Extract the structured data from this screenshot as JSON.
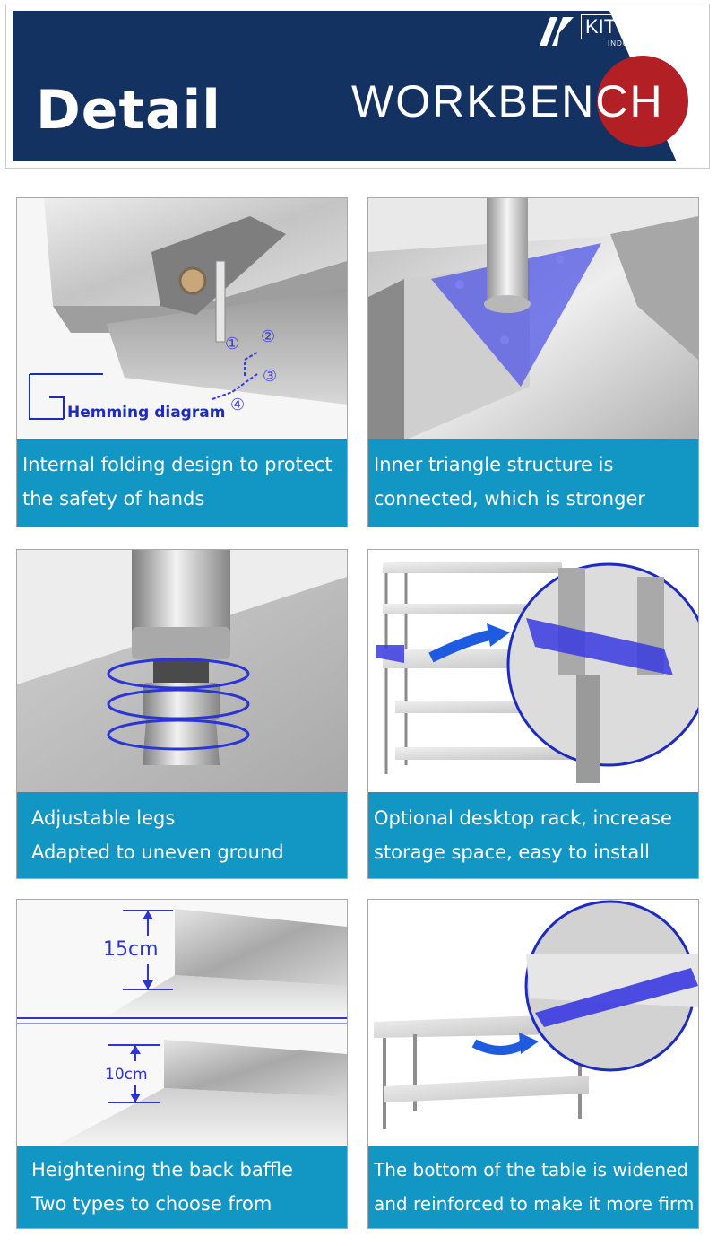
{
  "header": {
    "title": "Detail",
    "product": "WORKBENCH",
    "logo": {
      "name": "KITCHEN",
      "sub": "INDUSTRY"
    }
  },
  "panels": [
    {
      "caption": [
        "Internal folding design to protect",
        "the safety of hands"
      ],
      "labels": {
        "diagram": "Hemming diagram",
        "n1": "①",
        "n2": "②",
        "n3": "③",
        "n4": "④"
      }
    },
    {
      "caption": [
        "Inner triangle structure is",
        "connected, which is stronger"
      ]
    },
    {
      "caption": [
        "Adjustable legs",
        "Adapted to uneven ground"
      ]
    },
    {
      "caption": [
        "Optional desktop rack, increase",
        "storage space, easy to install"
      ]
    },
    {
      "caption": [
        "Heightening the back baffle",
        "Two types to choose from"
      ],
      "labels": {
        "h1": "15cm",
        "h2": "10cm"
      }
    },
    {
      "caption": [
        "The bottom of the table is widened",
        "and reinforced to make it more firm"
      ]
    }
  ],
  "colors": {
    "navy": "#133161",
    "accent_red": "#b21f24",
    "caption_blue": "#1297c4",
    "highlight": "#3a3ae0"
  }
}
